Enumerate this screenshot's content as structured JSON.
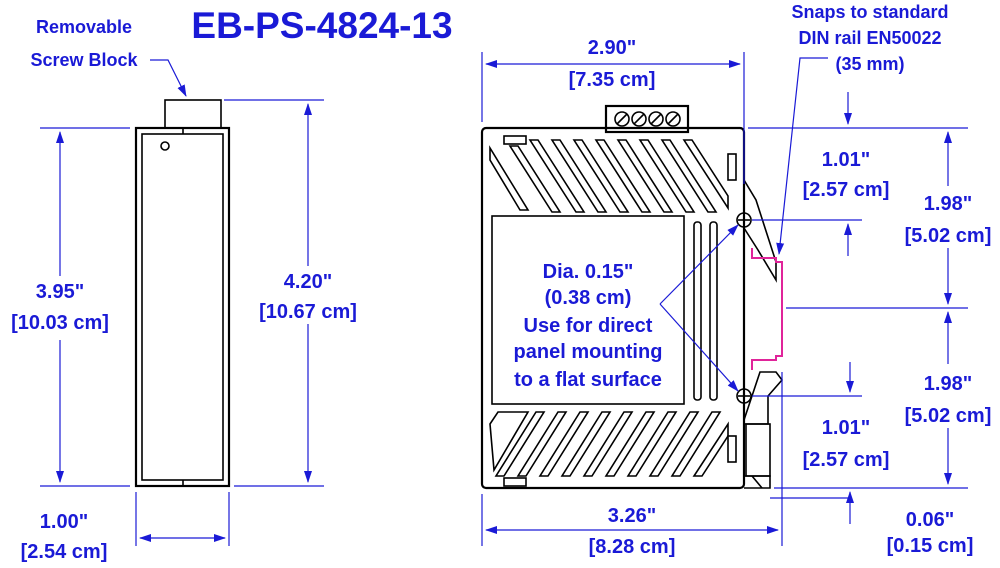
{
  "title": "EB-PS-4824-13",
  "callouts": {
    "screw_block": [
      "Removable",
      "Screw Block"
    ],
    "din_rail": [
      "Snaps to standard",
      "DIN rail EN50022",
      "(35 mm)"
    ],
    "mount_hole": [
      "Dia. 0.15\"",
      "(0.38 cm)",
      "Use for direct",
      "panel mounting",
      "to a flat surface"
    ]
  },
  "dimensions": {
    "side_body_height": [
      "3.95\"",
      "[10.03 cm]"
    ],
    "side_total_height": [
      "4.20\"",
      "[10.67 cm]"
    ],
    "side_width": [
      "1.00\"",
      "[2.54 cm]"
    ],
    "front_body_width": [
      "2.90\"",
      "[7.35 cm]"
    ],
    "front_total_width": [
      "3.26\"",
      "[8.28 cm]"
    ],
    "hole_offset_top": [
      "1.01\"",
      "[2.57 cm]"
    ],
    "hole_offset_bottom": [
      "1.01\"",
      "[2.57 cm]"
    ],
    "rail_center_top": [
      "1.98\"",
      "[5.02 cm]"
    ],
    "rail_center_bottom": [
      "1.98\"",
      "[5.02 cm]"
    ],
    "bottom_offset": [
      "0.06\"",
      "[0.15 cm]"
    ]
  },
  "colors": {
    "dimension": "#1a1ad6",
    "outline": "#000000",
    "din_rail": "#e0249a"
  }
}
